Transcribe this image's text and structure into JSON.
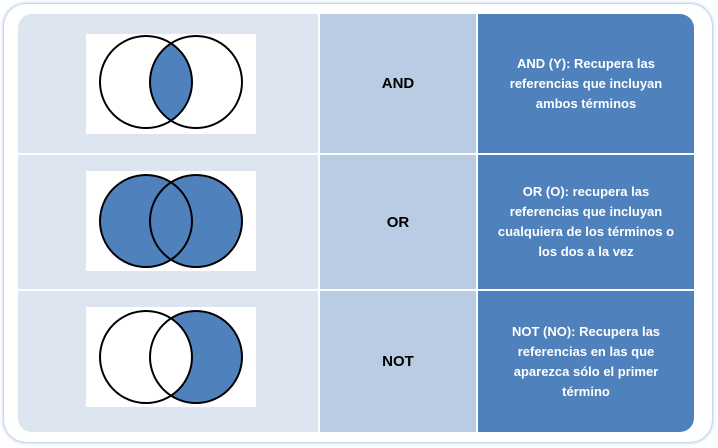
{
  "rows": [
    {
      "operator": "AND",
      "shading": "intersection",
      "description": "AND (Y): Recupera las referencias que incluyan ambos términos"
    },
    {
      "operator": "OR",
      "shading": "union",
      "description": "OR (O): recupera las referencias que incluyan cualquiera de los términos o los dos a la vez"
    },
    {
      "operator": "NOT",
      "shading": "second-minus-first",
      "description": "NOT (NO): Recupera las referencias en las que aparezca sólo el primer término"
    }
  ],
  "colors": {
    "shade": "#4f81bd",
    "desc_bg": "#4f81bd",
    "op_bg": "#b9cce4",
    "diagram_bg": "#dde5f0",
    "outline": "#000000"
  }
}
